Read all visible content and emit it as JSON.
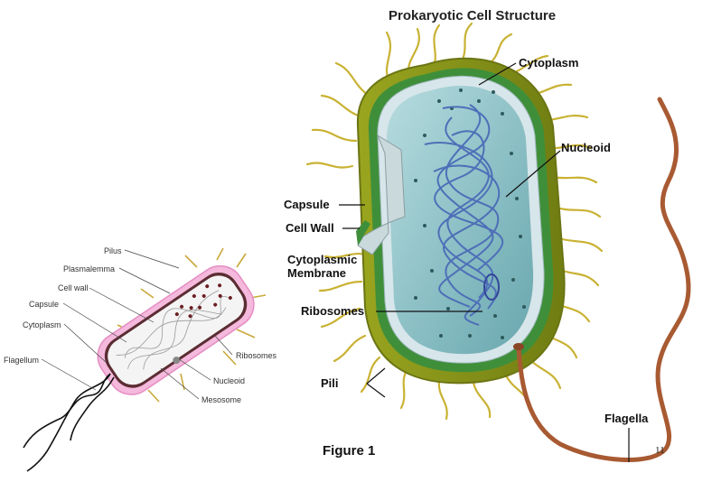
{
  "title": "Prokaryotic Cell Structure",
  "figure_caption": "Figure 1",
  "page_number": "11",
  "small_diagram": {
    "labels": {
      "pilus": "Pilus",
      "plasmalemma": "Plasmalemma",
      "cell_wall": "Cell wall",
      "capsule": "Capsule",
      "cytoplasm": "Cytoplasm",
      "flagellum": "Flagellum",
      "ribosomes": "Ribosomes",
      "nucleoid": "Nucleoid",
      "mesosome": "Mesosome"
    }
  },
  "main_diagram": {
    "labels": {
      "cytoplasm": "Cytoplasm",
      "nucleoid": "Nucleoid",
      "capsule": "Capsule",
      "cell_wall": "Cell Wall",
      "cytoplasmic_membrane_line1": "Cytoplasmic",
      "cytoplasmic_membrane_line2": "Membrane",
      "ribosomes": "Ribosomes",
      "pili": "Pili",
      "flagella": "Flagella"
    }
  },
  "colors": {
    "pili": "#c9b233",
    "capsule": "#8a9a1c",
    "cell_wall": "#3f8f3a",
    "membrane": "#d7e6ea",
    "cytoplasm": "#8fc3c9",
    "dna": "#4e6fb8",
    "flagella": "#a85a32",
    "small_capsule": "#f2b6d8"
  }
}
